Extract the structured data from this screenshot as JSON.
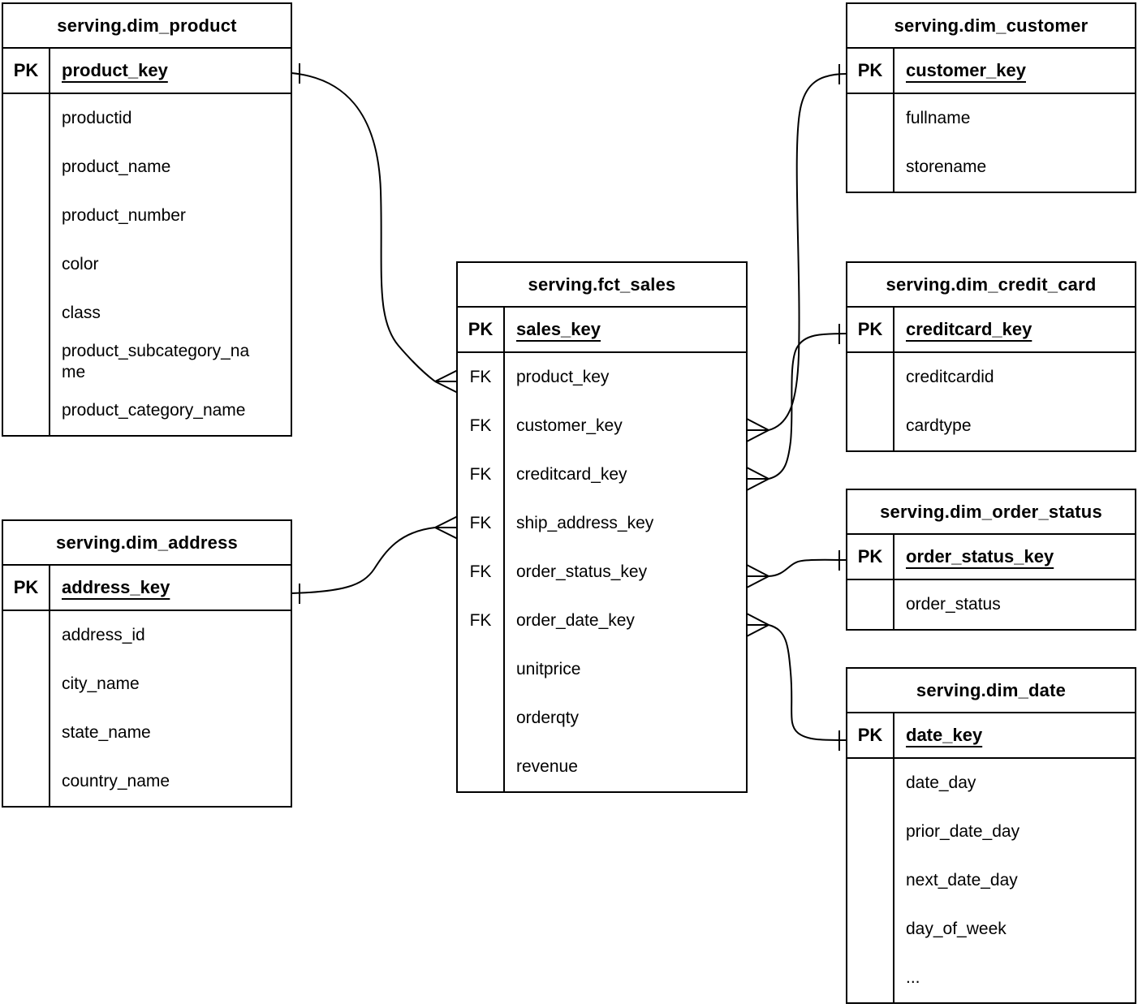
{
  "diagram": {
    "colors": {
      "line": "#000000",
      "background": "#ffffff",
      "text": "#000000"
    },
    "tables": [
      {
        "title": "serving.dim_product",
        "key": {
          "label": "PK",
          "name": "product_key"
        },
        "fields": [
          {
            "label": "",
            "name": "productid"
          },
          {
            "label": "",
            "name": "product_name"
          },
          {
            "label": "",
            "name": "product_number"
          },
          {
            "label": "",
            "name": "color"
          },
          {
            "label": "",
            "name": "class"
          },
          {
            "label": "",
            "name": "product_subcategory_name"
          },
          {
            "label": "",
            "name": "product_category_name"
          }
        ]
      },
      {
        "title": "serving.dim_customer",
        "key": {
          "label": "PK",
          "name": "customer_key"
        },
        "fields": [
          {
            "label": "",
            "name": "fullname"
          },
          {
            "label": "",
            "name": "storename"
          }
        ]
      },
      {
        "title": "serving.fct_sales",
        "key": {
          "label": "PK",
          "name": "sales_key"
        },
        "fields": [
          {
            "label": "FK",
            "name": "product_key"
          },
          {
            "label": "FK",
            "name": "customer_key"
          },
          {
            "label": "FK",
            "name": "creditcard_key"
          },
          {
            "label": "FK",
            "name": "ship_address_key"
          },
          {
            "label": "FK",
            "name": "order_status_key"
          },
          {
            "label": "FK",
            "name": "order_date_key"
          },
          {
            "label": "",
            "name": "unitprice"
          },
          {
            "label": "",
            "name": "orderqty"
          },
          {
            "label": "",
            "name": "revenue"
          }
        ]
      },
      {
        "title": "serving.dim_credit_card",
        "key": {
          "label": "PK",
          "name": "creditcard_key"
        },
        "fields": [
          {
            "label": "",
            "name": "creditcardid"
          },
          {
            "label": "",
            "name": "cardtype"
          }
        ]
      },
      {
        "title": "serving.dim_order_status",
        "key": {
          "label": "PK",
          "name": "order_status_key"
        },
        "fields": [
          {
            "label": "",
            "name": "order_status"
          }
        ]
      },
      {
        "title": "serving.dim_date",
        "key": {
          "label": "PK",
          "name": "date_key"
        },
        "fields": [
          {
            "label": "",
            "name": "date_day"
          },
          {
            "label": "",
            "name": "prior_date_day"
          },
          {
            "label": "",
            "name": "next_date_day"
          },
          {
            "label": "",
            "name": "day_of_week"
          },
          {
            "label": "",
            "name": "..."
          }
        ]
      },
      {
        "title": "serving.dim_address",
        "key": {
          "label": "PK",
          "name": "address_key"
        },
        "fields": [
          {
            "label": "",
            "name": "address_id"
          },
          {
            "label": "",
            "name": "city_name"
          },
          {
            "label": "",
            "name": "state_name"
          },
          {
            "label": "",
            "name": "country_name"
          }
        ]
      }
    ],
    "connections": [
      {
        "from_table": "serving.fct_sales",
        "from_field": "product_key",
        "from_cardinality": "many",
        "to_table": "serving.dim_product",
        "to_field": "product_key",
        "to_cardinality": "one"
      },
      {
        "from_table": "serving.fct_sales",
        "from_field": "customer_key",
        "from_cardinality": "many",
        "to_table": "serving.dim_customer",
        "to_field": "customer_key",
        "to_cardinality": "one"
      },
      {
        "from_table": "serving.fct_sales",
        "from_field": "creditcard_key",
        "from_cardinality": "many",
        "to_table": "serving.dim_credit_card",
        "to_field": "creditcard_key",
        "to_cardinality": "one"
      },
      {
        "from_table": "serving.fct_sales",
        "from_field": "ship_address_key",
        "from_cardinality": "many",
        "to_table": "serving.dim_address",
        "to_field": "address_key",
        "to_cardinality": "one"
      },
      {
        "from_table": "serving.fct_sales",
        "from_field": "order_status_key",
        "from_cardinality": "many",
        "to_table": "serving.dim_order_status",
        "to_field": "order_status_key",
        "to_cardinality": "one"
      },
      {
        "from_table": "serving.fct_sales",
        "from_field": "order_date_key",
        "from_cardinality": "many",
        "to_table": "serving.dim_date",
        "to_field": "date_key",
        "to_cardinality": "one"
      }
    ]
  }
}
